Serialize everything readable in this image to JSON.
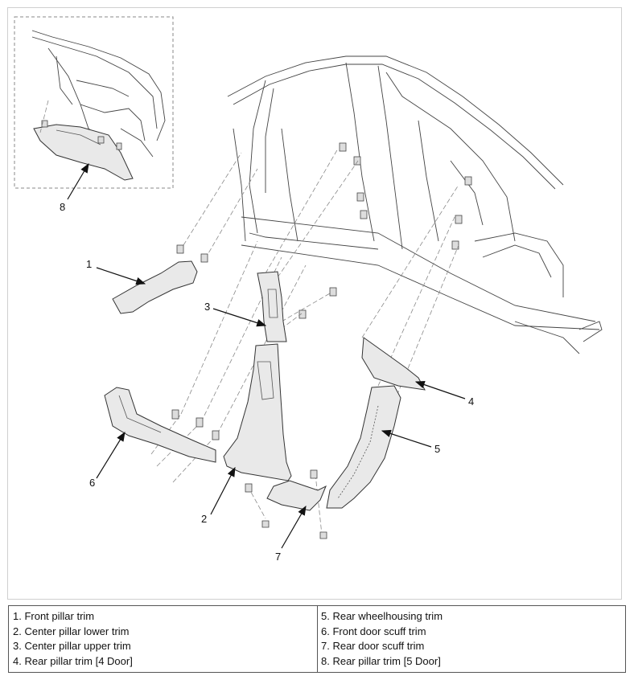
{
  "callouts": {
    "1": "1",
    "2": "2",
    "3": "3",
    "4": "4",
    "5": "5",
    "6": "6",
    "7": "7",
    "8": "8"
  },
  "legend": {
    "left": [
      "1. Front pillar trim",
      "2. Center pillar lower trim",
      "3. Center pillar upper trim",
      "4. Rear pillar trim [4 Door]"
    ],
    "right": [
      "5. Rear wheelhousing trim",
      "6. Front door scuff trim",
      "7. Rear door scuff trim",
      "8. Rear pillar trim [5 Door]"
    ]
  },
  "colors": {
    "line": "#333333",
    "part_fill": "#e9e9e9",
    "leader_dash": "#8a8a8a"
  }
}
